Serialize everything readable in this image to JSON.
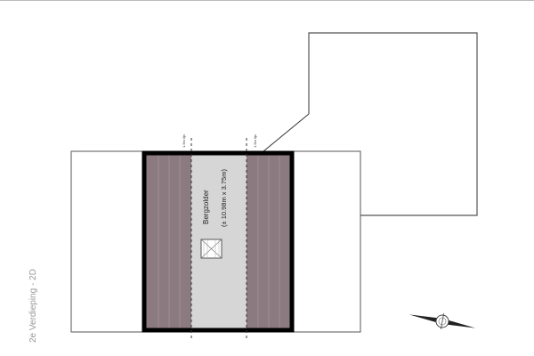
{
  "plan": {
    "floor_label": "2e Verdieping - 2D",
    "room_name": "Bergzolder",
    "room_dimensions": "(± 10.98m x 3.75m)",
    "line_label_left": "1.5m lijn",
    "line_label_right": "1.5m lijn"
  },
  "colors": {
    "slope": "#8b7b80",
    "floor": "#d6d6d6",
    "wall": "#000000"
  },
  "icons": {
    "stair": "stair-hatch-icon",
    "compass": "compass-icon"
  }
}
